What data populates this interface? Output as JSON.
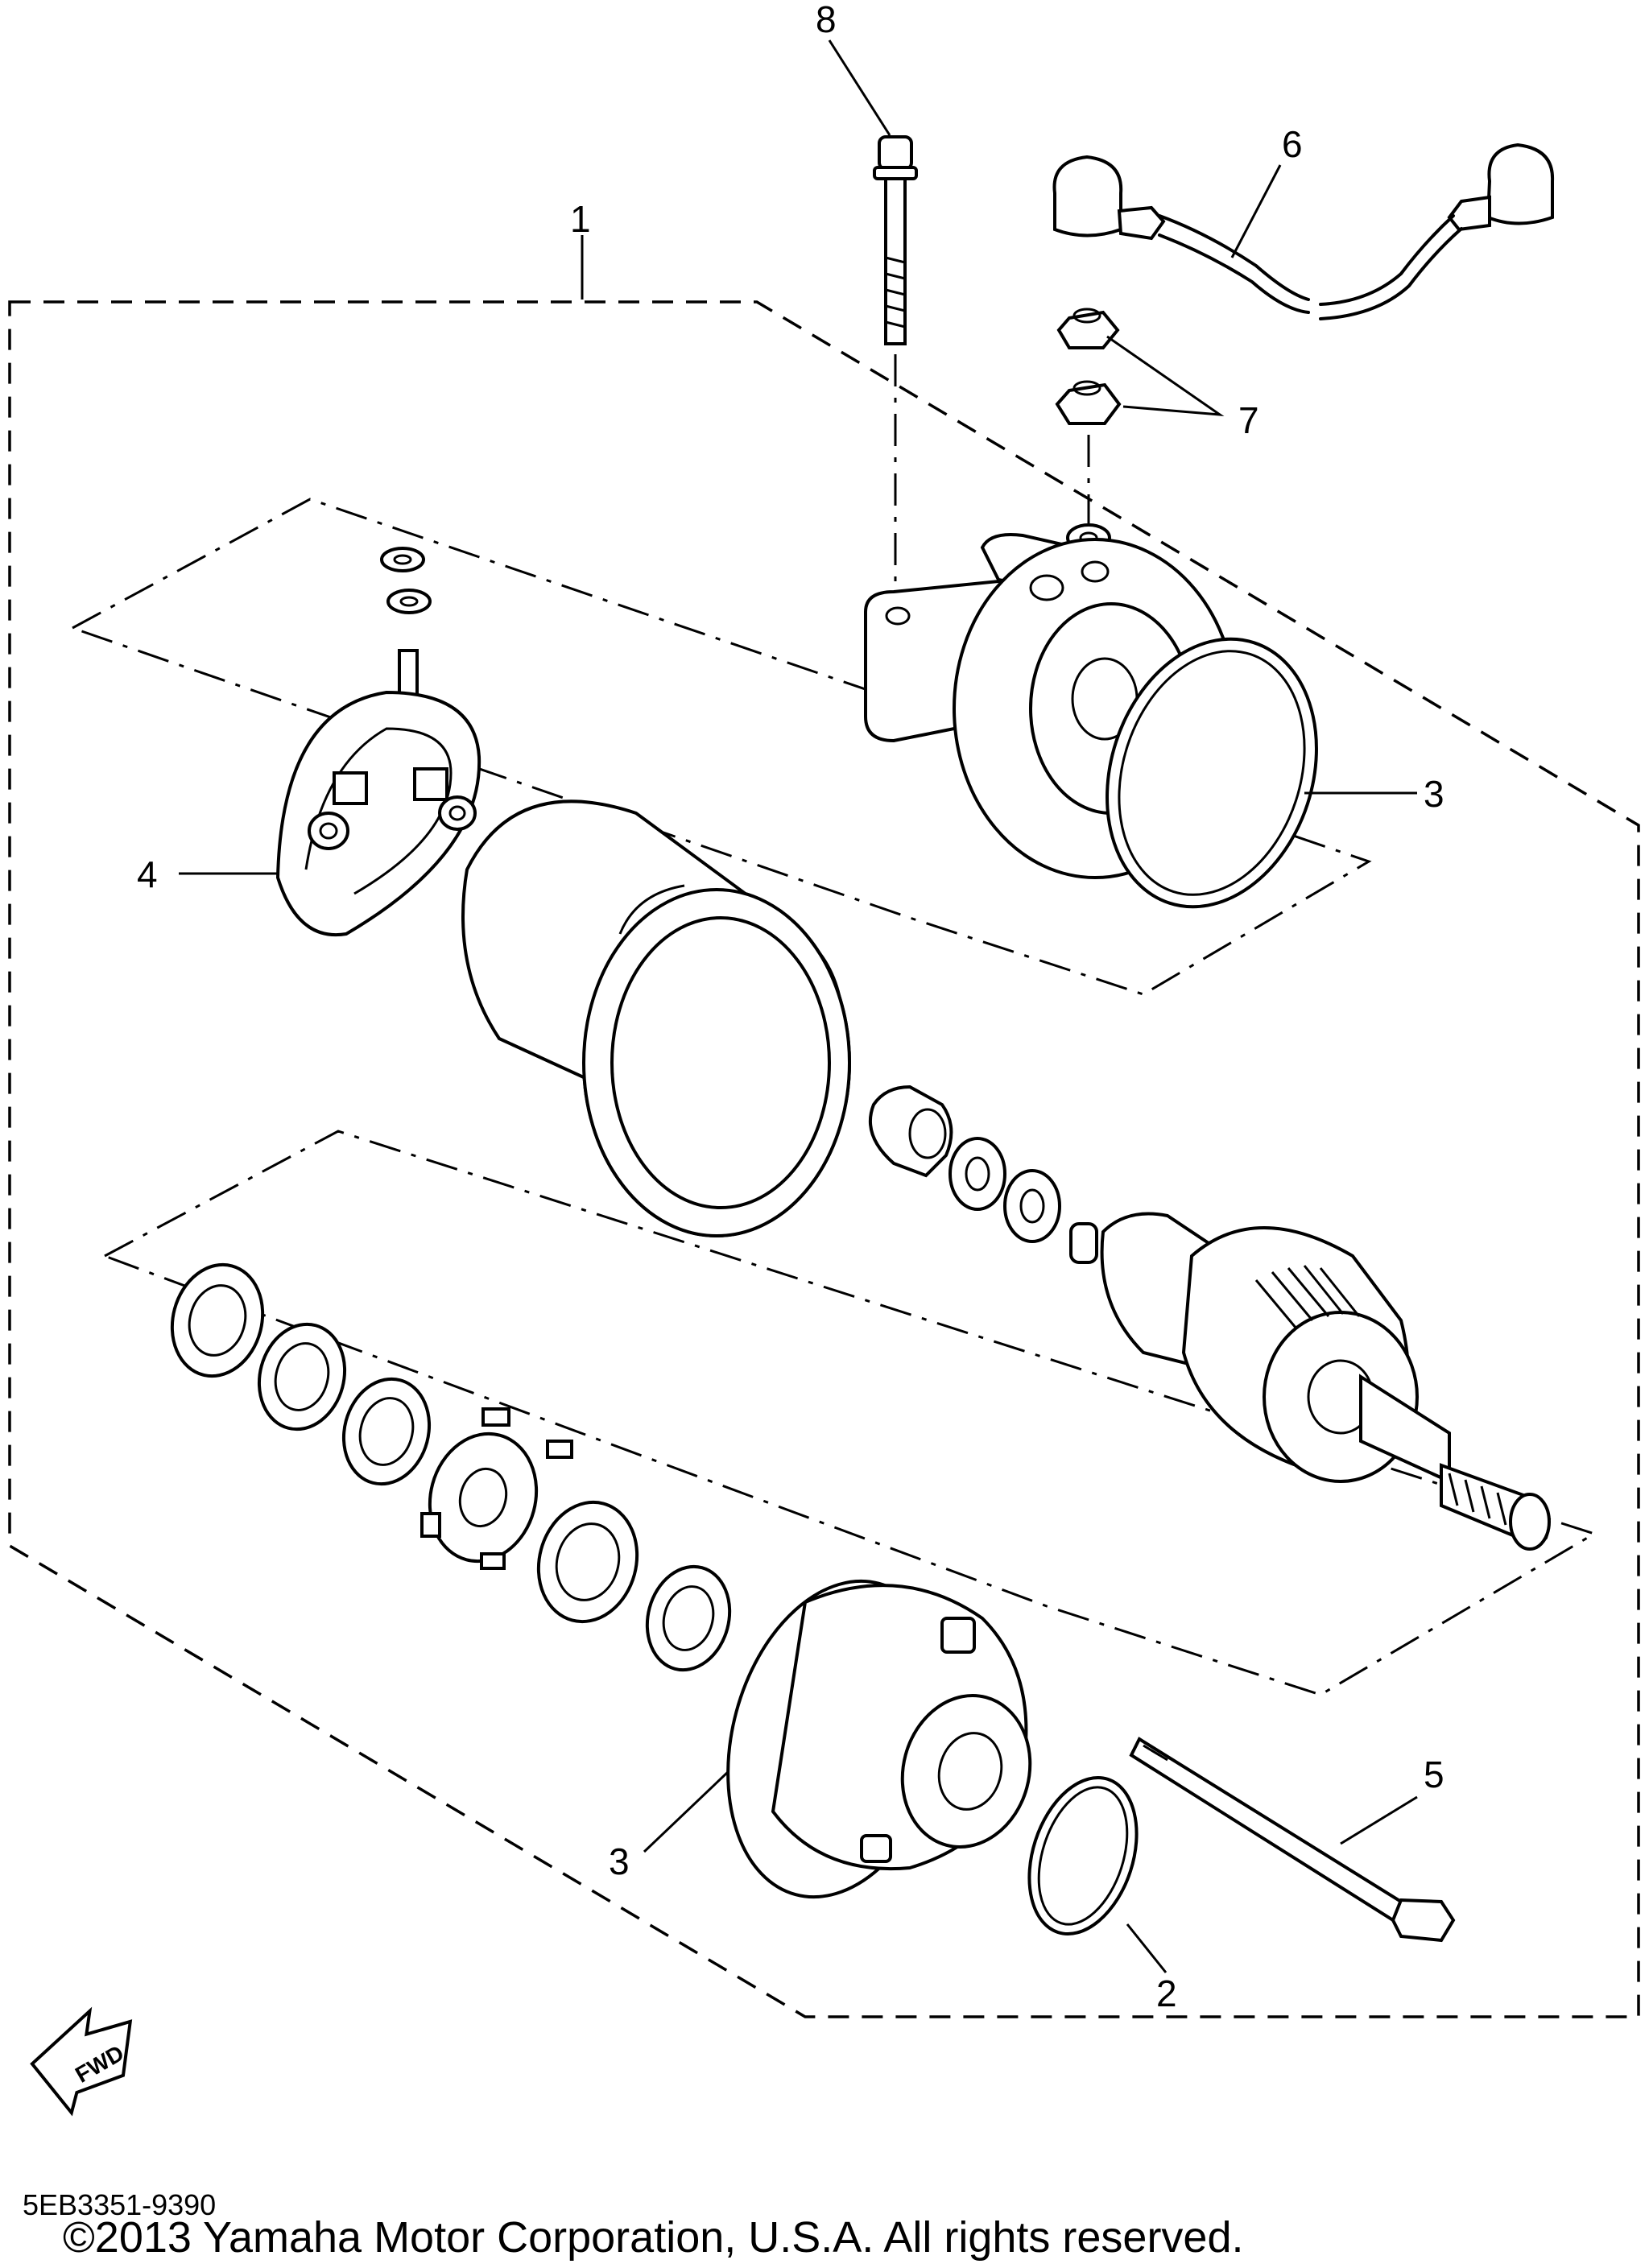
{
  "diagram": {
    "callouts": [
      {
        "id": "1",
        "label": "1"
      },
      {
        "id": "2",
        "label": "2"
      },
      {
        "id": "3a",
        "label": "3"
      },
      {
        "id": "3b",
        "label": "3"
      },
      {
        "id": "4",
        "label": "4"
      },
      {
        "id": "5",
        "label": "5"
      },
      {
        "id": "6",
        "label": "6"
      },
      {
        "id": "7",
        "label": "7"
      },
      {
        "id": "8",
        "label": "8"
      }
    ],
    "fwd_label": "FWD"
  },
  "footer": {
    "part_code": "5EB3351-9390",
    "copyright": "©2013 Yamaha Motor Corporation, U.S.A. All rights reserved."
  }
}
